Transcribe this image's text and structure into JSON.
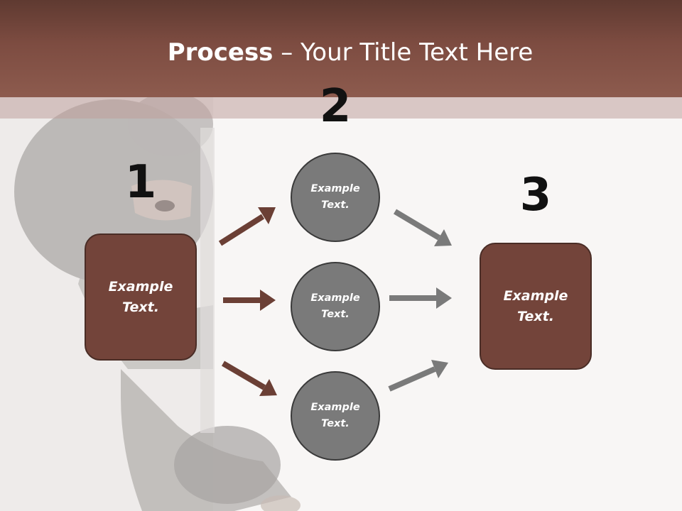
{
  "title": {
    "bold": "Process",
    "rest": " – Your Title Text Here"
  },
  "steps": {
    "one": {
      "number": "1",
      "text": "Example Text."
    },
    "two": {
      "number": "2"
    },
    "three": {
      "number": "3",
      "text": "Example Text."
    }
  },
  "circles": [
    {
      "text": "Example Text."
    },
    {
      "text": "Example Text."
    },
    {
      "text": "Example Text."
    }
  ],
  "colors": {
    "header": "#7d4c41",
    "box_fill": "#73443a",
    "circle_fill": "#7a7a7a",
    "arrow_brown": "#6b3f35",
    "arrow_gray": "#7a7a7a"
  },
  "background_image": "masked-person-peeking-photo"
}
